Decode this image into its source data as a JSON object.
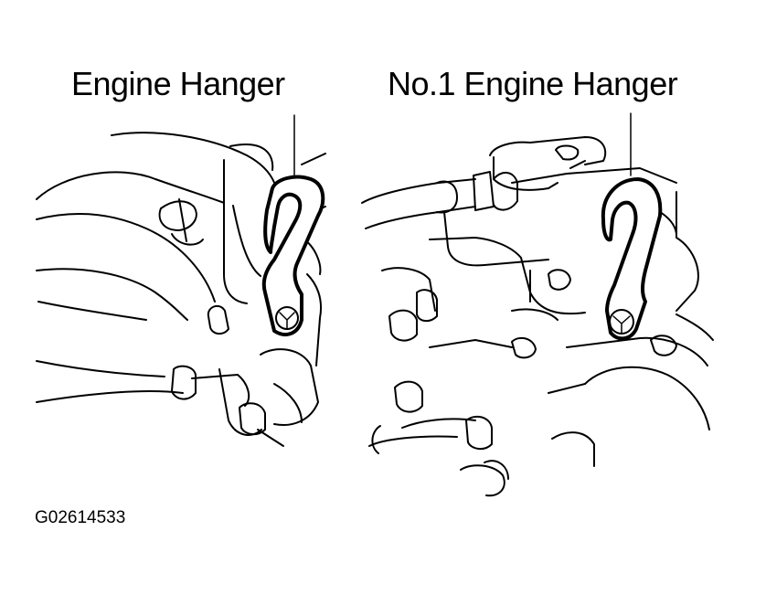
{
  "labels": {
    "left": "Engine Hanger",
    "right": "No.1 Engine Hanger"
  },
  "figure_id": "G02614533"
}
